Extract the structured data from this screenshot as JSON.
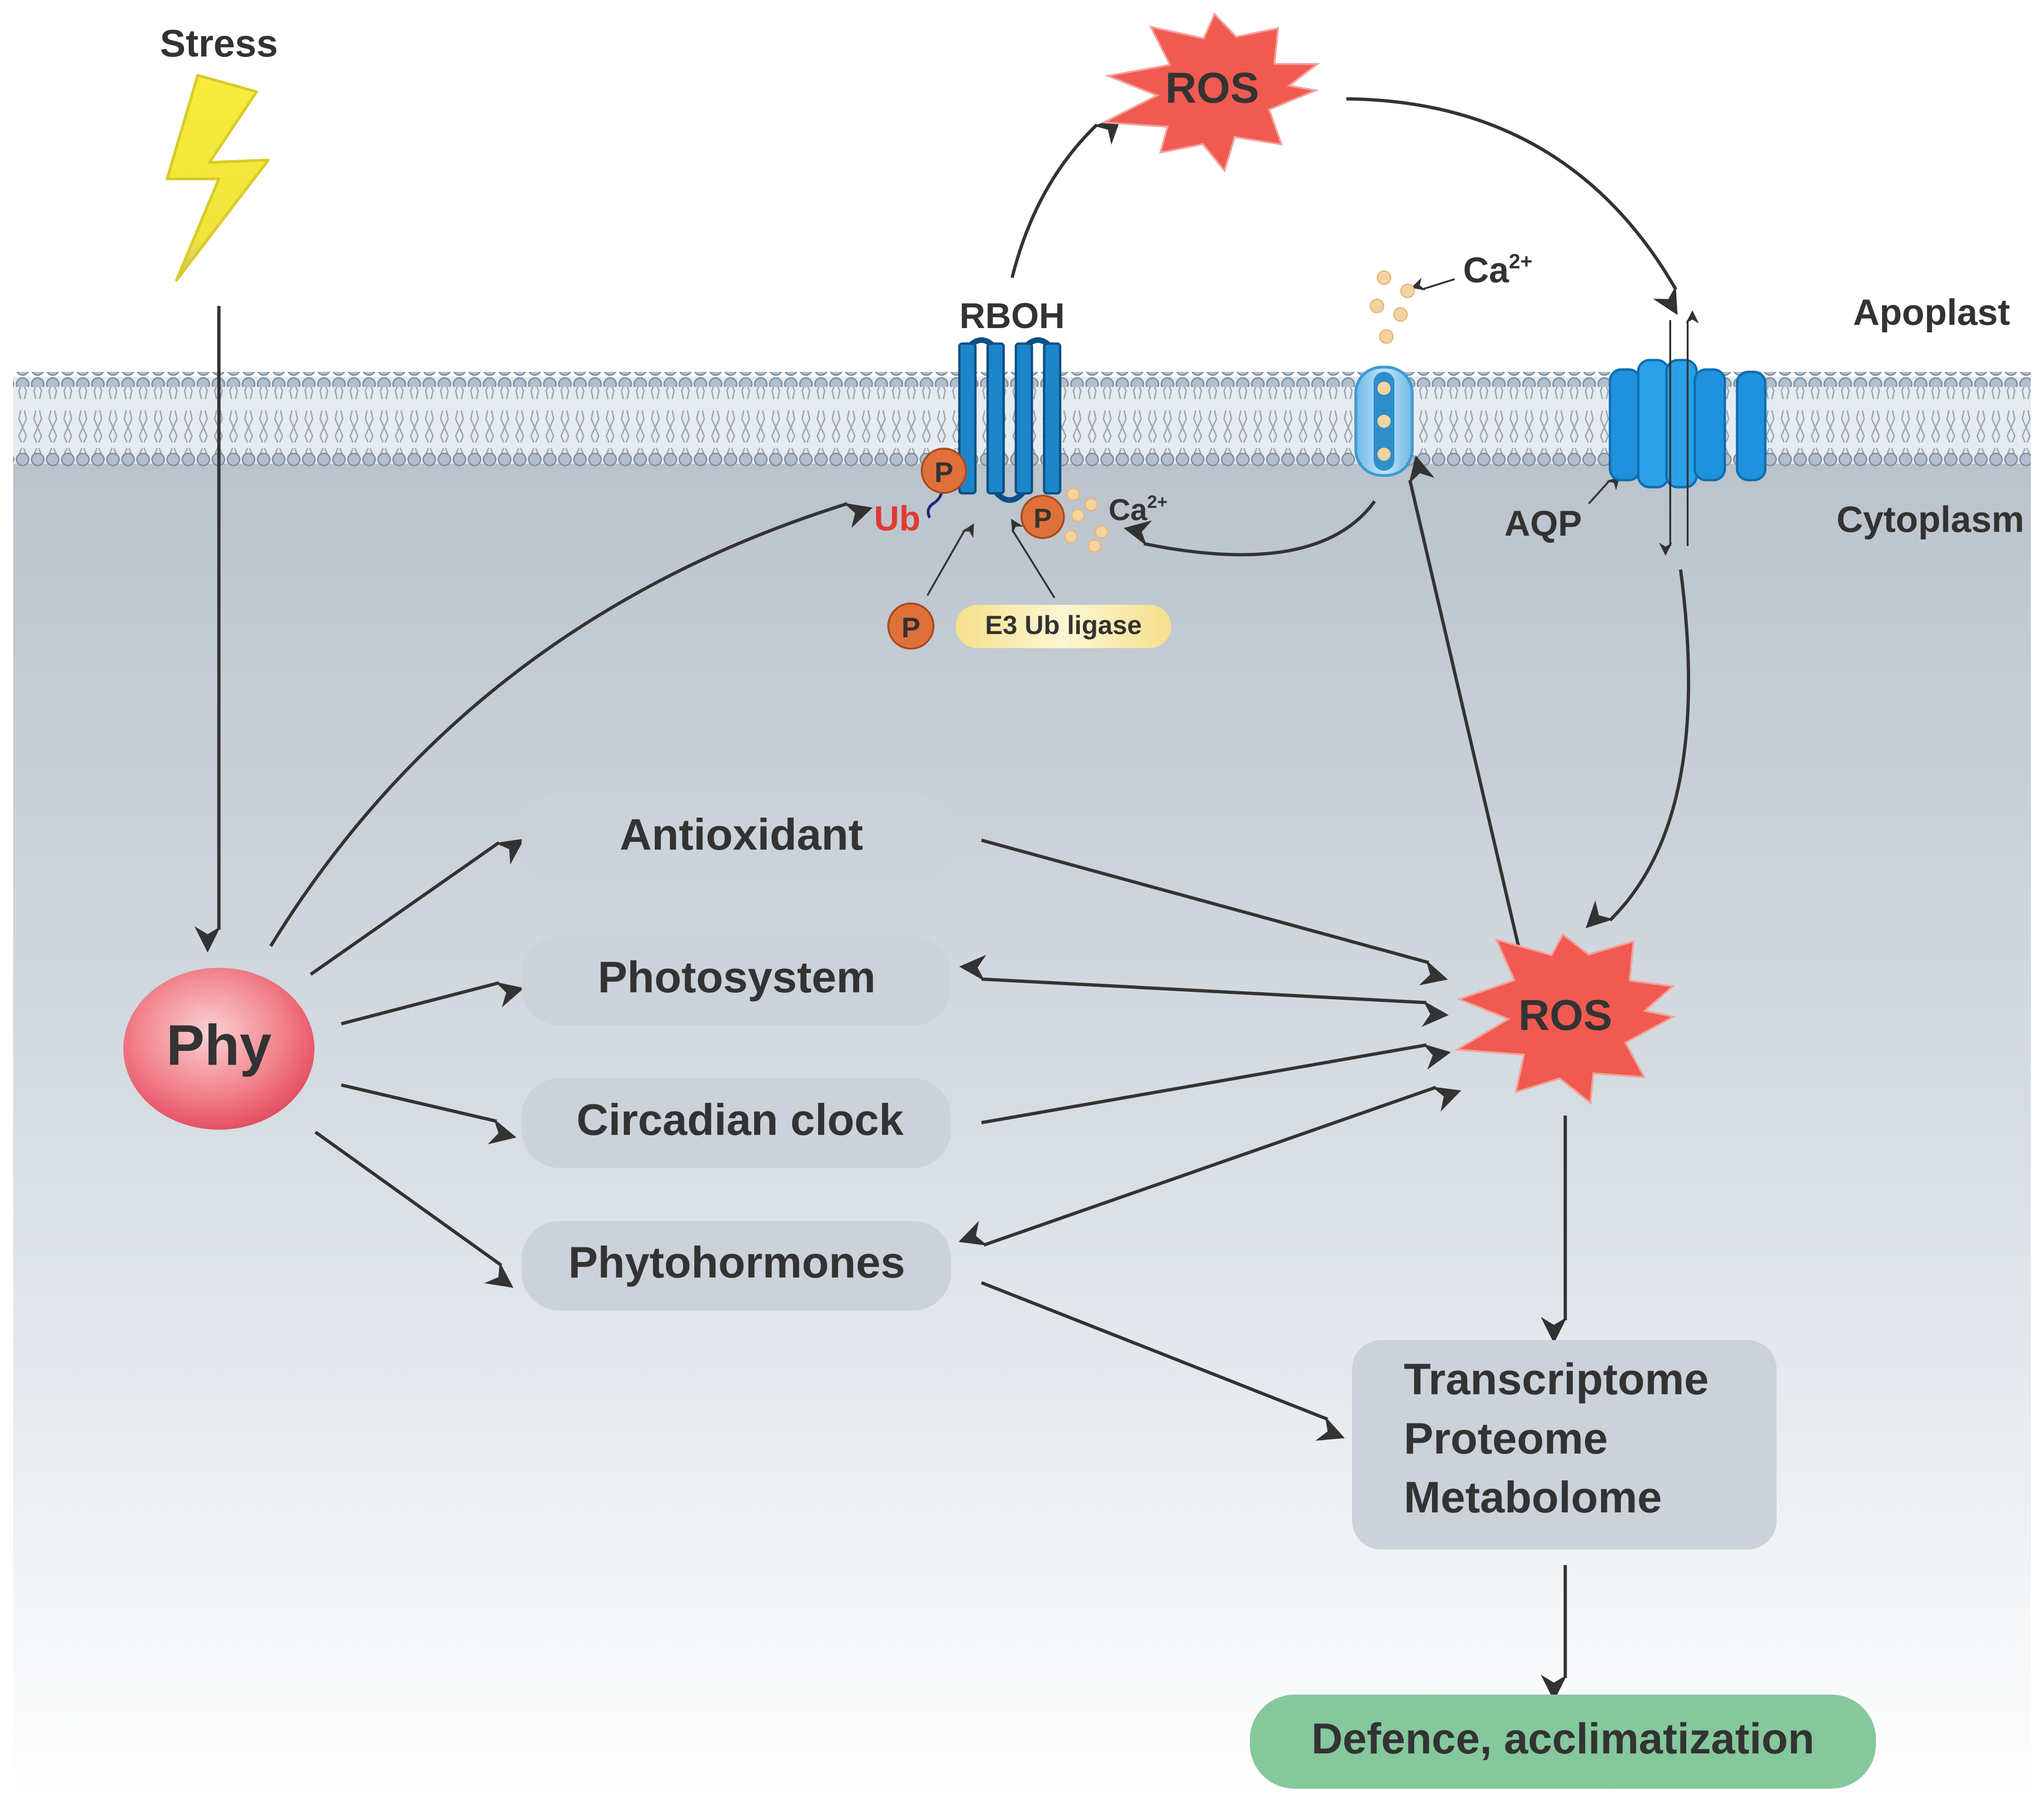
{
  "labels": {
    "stress": "Stress",
    "ros_top": "ROS",
    "ros_center": "ROS",
    "rboh": "RBOH",
    "apoplast": "Apoplast",
    "cytoplasm": "Cytoplasm",
    "aqp": "AQP",
    "ca_top": "Ca",
    "ca_top_sup": "2+",
    "ca_mid": "Ca",
    "ca_mid_sup": "2+",
    "ub": "Ub",
    "p": "P",
    "e3": "E3 Ub ligase",
    "phy": "Phy"
  },
  "processes": [
    "Antioxidant",
    "Photosystem",
    "Circadian clock",
    "Phytohormones"
  ],
  "omics": [
    "Transcriptome",
    "Proteome",
    "Metabolome"
  ],
  "outcome": "Defence, acclimatization",
  "colors": {
    "ros": "#f05a50",
    "phy": "#ef5a63",
    "channel_blue": "#1d86c8",
    "box_grey": "#cbd2da",
    "outcome_green": "#85c89c",
    "phospho_orange": "#e0703a",
    "ub_red": "#e23a2f",
    "e3_yellow": "#f7e9a6",
    "cytoplasm_bg": "#b8c1ca",
    "bolt": "#f7ec3a"
  }
}
